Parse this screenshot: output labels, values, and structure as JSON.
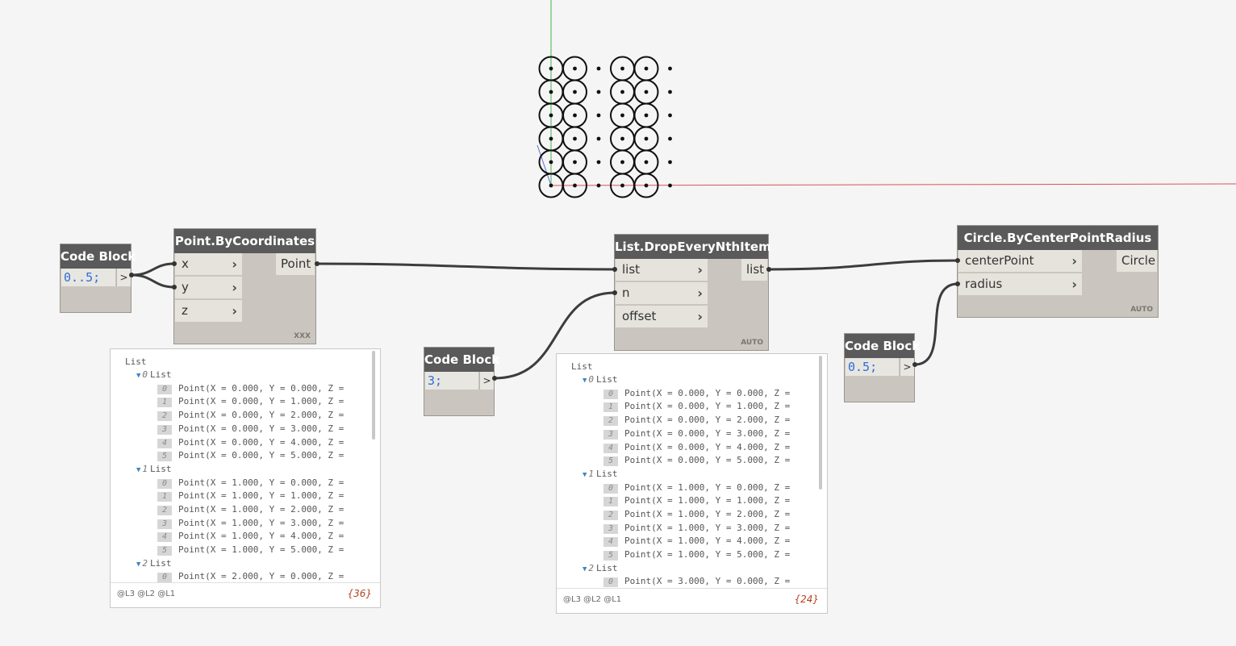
{
  "nodes": {
    "code_block_1": {
      "title": "Code Block",
      "code": "0..5;",
      "out": ">"
    },
    "point_by_coordinates": {
      "title": "Point.ByCoordinates",
      "inputs": [
        "x",
        "y",
        "z"
      ],
      "output": "Point",
      "lacing": "XXX"
    },
    "code_block_2": {
      "title": "Code Block",
      "code": "3;",
      "out": ">"
    },
    "drop_every_nth": {
      "title": "List.DropEveryNthItem",
      "inputs": [
        "list",
        "n",
        "offset"
      ],
      "output": "list",
      "lacing": "AUTO"
    },
    "code_block_3": {
      "title": "Code Block",
      "code": "0.5;",
      "out": ">"
    },
    "circle_by_center": {
      "title": "Circle.ByCenterPointRadius",
      "inputs": [
        "centerPoint",
        "radius"
      ],
      "output": "Circle",
      "lacing": "AUTO"
    }
  },
  "preview_1": {
    "root": "List",
    "lines": [
      {
        "kind": "list",
        "num": "0",
        "text": "List"
      },
      {
        "kind": "item",
        "num": "0",
        "text": "Point(X = 0.000, Y = 0.000, Z ="
      },
      {
        "kind": "item",
        "num": "1",
        "text": "Point(X = 0.000, Y = 1.000, Z ="
      },
      {
        "kind": "item",
        "num": "2",
        "text": "Point(X = 0.000, Y = 2.000, Z ="
      },
      {
        "kind": "item",
        "num": "3",
        "text": "Point(X = 0.000, Y = 3.000, Z ="
      },
      {
        "kind": "item",
        "num": "4",
        "text": "Point(X = 0.000, Y = 4.000, Z ="
      },
      {
        "kind": "item",
        "num": "5",
        "text": "Point(X = 0.000, Y = 5.000, Z ="
      },
      {
        "kind": "list",
        "num": "1",
        "text": "List"
      },
      {
        "kind": "item",
        "num": "0",
        "text": "Point(X = 1.000, Y = 0.000, Z ="
      },
      {
        "kind": "item",
        "num": "1",
        "text": "Point(X = 1.000, Y = 1.000, Z ="
      },
      {
        "kind": "item",
        "num": "2",
        "text": "Point(X = 1.000, Y = 2.000, Z ="
      },
      {
        "kind": "item",
        "num": "3",
        "text": "Point(X = 1.000, Y = 3.000, Z ="
      },
      {
        "kind": "item",
        "num": "4",
        "text": "Point(X = 1.000, Y = 4.000, Z ="
      },
      {
        "kind": "item",
        "num": "5",
        "text": "Point(X = 1.000, Y = 5.000, Z ="
      },
      {
        "kind": "list",
        "num": "2",
        "text": "List"
      },
      {
        "kind": "item",
        "num": "0",
        "text": "Point(X = 2.000, Y = 0.000, Z ="
      }
    ],
    "levels": "@L3 @L2 @L1",
    "count": "{36}"
  },
  "preview_2": {
    "root": "List",
    "lines": [
      {
        "kind": "list",
        "num": "0",
        "text": "List"
      },
      {
        "kind": "item",
        "num": "0",
        "text": "Point(X = 0.000, Y = 0.000, Z ="
      },
      {
        "kind": "item",
        "num": "1",
        "text": "Point(X = 0.000, Y = 1.000, Z ="
      },
      {
        "kind": "item",
        "num": "2",
        "text": "Point(X = 0.000, Y = 2.000, Z ="
      },
      {
        "kind": "item",
        "num": "3",
        "text": "Point(X = 0.000, Y = 3.000, Z ="
      },
      {
        "kind": "item",
        "num": "4",
        "text": "Point(X = 0.000, Y = 4.000, Z ="
      },
      {
        "kind": "item",
        "num": "5",
        "text": "Point(X = 0.000, Y = 5.000, Z ="
      },
      {
        "kind": "list",
        "num": "1",
        "text": "List"
      },
      {
        "kind": "item",
        "num": "0",
        "text": "Point(X = 1.000, Y = 0.000, Z ="
      },
      {
        "kind": "item",
        "num": "1",
        "text": "Point(X = 1.000, Y = 1.000, Z ="
      },
      {
        "kind": "item",
        "num": "2",
        "text": "Point(X = 1.000, Y = 2.000, Z ="
      },
      {
        "kind": "item",
        "num": "3",
        "text": "Point(X = 1.000, Y = 3.000, Z ="
      },
      {
        "kind": "item",
        "num": "4",
        "text": "Point(X = 1.000, Y = 4.000, Z ="
      },
      {
        "kind": "item",
        "num": "5",
        "text": "Point(X = 1.000, Y = 5.000, Z ="
      },
      {
        "kind": "list",
        "num": "2",
        "text": "List"
      },
      {
        "kind": "item",
        "num": "0",
        "text": "Point(X = 3.000, Y = 0.000, Z ="
      }
    ],
    "levels": "@L3 @L2 @L1",
    "count": "{24}"
  },
  "geometry_preview": {
    "circle_columns": [
      0,
      1,
      3,
      4
    ],
    "point_columns": [
      0,
      1,
      2,
      3,
      4,
      5
    ],
    "rows": [
      0,
      1,
      2,
      3,
      4,
      5
    ],
    "radius": 0.5
  },
  "colors": {
    "canvas": "#f5f5f5",
    "node_header": "#5a5a5a",
    "node_body": "#cac6bf",
    "wire": "#3c3c3c",
    "axis_x": "#e05050",
    "axis_y": "#4caf50",
    "axis_z": "#5a6fd6",
    "code_text": "#2b6fd6",
    "count_text": "#b5421f"
  }
}
